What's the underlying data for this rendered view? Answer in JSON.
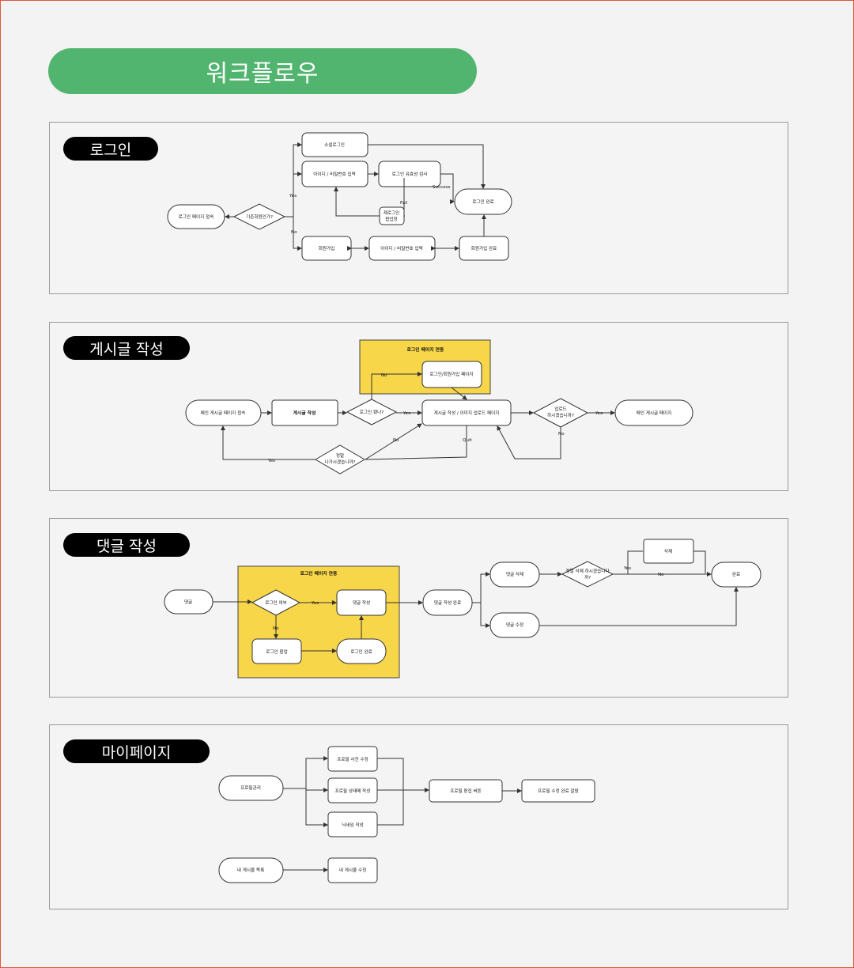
{
  "page": {
    "title": "워크플로우"
  },
  "sections": {
    "login": {
      "badge": "로그인",
      "nodes": {
        "access": "로그인 페이지 접속",
        "is_member": "기존회원인가?",
        "social": "소셜로그인",
        "id_pw": "아이디 / 비밀번호 입력",
        "validate": "로그인 유효성 검사",
        "relogin_1": "재로그인",
        "relogin_2": "팝업창",
        "done": "로그인 완료",
        "signup": "회원가입",
        "id_pw_2": "아이디 / 비밀번호 입력",
        "signup_done": "회원가입 완료"
      },
      "labels": {
        "yes": "Yes",
        "no": "No",
        "success": "Success",
        "fail": "Fail"
      }
    },
    "post": {
      "badge": "게시글 작성",
      "group_title": "로그인 페이지 연동",
      "nodes": {
        "main_access": "메인 게시글 페이지 접속",
        "write": "게시글 작성",
        "logged_in": "로그인 됐나?",
        "login_signup_page": "로그인/회원가입 페이지",
        "editor": "게시글 작성 / 이미지 업로드 페이지",
        "uploaded_1": "업로드",
        "uploaded_2": "하시겠습니까?",
        "main_page": "메인 게시글 페이지",
        "quit_1": "정말",
        "quit_2": "나가시겠습니까?"
      },
      "labels": {
        "no_top": "No",
        "yes_mid": "Yes",
        "no_diag": "No",
        "quit": "Quit",
        "yes_right": "Yes",
        "no_right": "No",
        "yes_bottom": "Yes"
      }
    },
    "comment": {
      "badge": "댓글 작성",
      "group_title": "로그인 페이지 연동",
      "nodes": {
        "comment": "댓글",
        "login_check": "로그인 여부",
        "comment_write": "댓글 작성",
        "login_popup": "로그인 팝업",
        "login_done": "로그인 완료",
        "comment_done": "댓글 작성 완료",
        "comment_delete": "댓글 삭제",
        "confirm_1": "정말 삭제 하시겠습니다",
        "confirm_2": "까?",
        "delete": "삭제",
        "complete": "완료",
        "comment_edit": "댓글 수정"
      },
      "labels": {
        "yes": "Yes",
        "no": "No",
        "yes2": "Yes",
        "no2": "No"
      }
    },
    "mypage": {
      "badge": "마이페이지",
      "nodes": {
        "profile_manage": "프로필관리",
        "photo_edit": "프로필 사진 수정",
        "status_msg": "프로필 상태메 작성",
        "nickname": "닉네임 작성",
        "edit_button": "프로필 편집 버튼",
        "edit_done_alert": "프로필 수정 완료 알람",
        "my_posts": "내 게시물 목록",
        "edit_my_post": "내 게시물 수정"
      }
    }
  }
}
